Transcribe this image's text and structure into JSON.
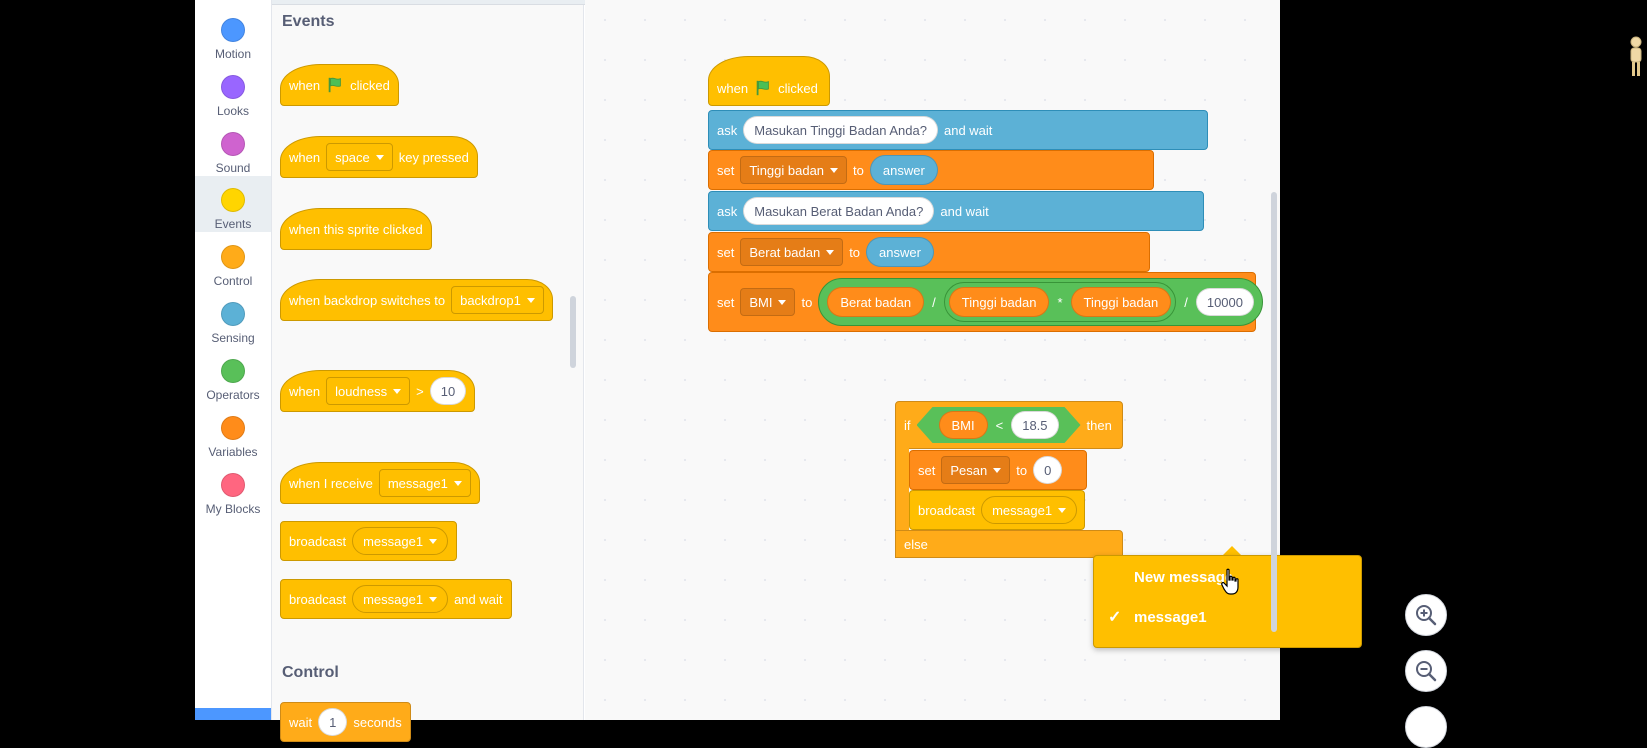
{
  "categories": [
    {
      "label": "Motion",
      "color": "#4c97ff"
    },
    {
      "label": "Looks",
      "color": "#9966ff"
    },
    {
      "label": "Sound",
      "color": "#cf63cf"
    },
    {
      "label": "Events",
      "color": "#ffd500"
    },
    {
      "label": "Control",
      "color": "#ffab19"
    },
    {
      "label": "Sensing",
      "color": "#5cb1d6"
    },
    {
      "label": "Operators",
      "color": "#59c059"
    },
    {
      "label": "Variables",
      "color": "#ff8c1a"
    },
    {
      "label": "My Blocks",
      "color": "#ff6680"
    }
  ],
  "palette": {
    "events_title": "Events",
    "control_title": "Control",
    "when": "when",
    "clicked": "clicked",
    "space": "space",
    "key_pressed": "key pressed",
    "sprite_clicked": "when this sprite clicked",
    "backdrop_switches": "when backdrop switches to",
    "backdrop1": "backdrop1",
    "loudness": "loudness",
    "gt": ">",
    "loudness_value": "10",
    "when_receive": "when I receive",
    "message1": "message1",
    "broadcast": "broadcast",
    "and_wait": "and wait",
    "wait": "wait",
    "wait_value": "1",
    "seconds": "seconds"
  },
  "script1": {
    "when": "when",
    "clicked": "clicked",
    "ask": "ask",
    "ask1": "Masukan Tinggi Badan Anda?",
    "and_wait": "and wait",
    "set": "set",
    "var_tinggi": "Tinggi badan",
    "to": "to",
    "answer": "answer",
    "ask2": "Masukan Berat Badan Anda?",
    "var_berat": "Berat badan",
    "var_bmi": "BMI",
    "rep_berat": "Berat badan",
    "div": "/",
    "rep_tinggi": "Tinggi badan",
    "mul": "*",
    "divisor": "10000"
  },
  "script2": {
    "if": "if",
    "bmi": "BMI",
    "lt": "<",
    "threshold": "18.5",
    "then": "then",
    "set": "set",
    "pesan": "Pesan",
    "to": "to",
    "pesan_value": "0",
    "broadcast": "broadcast",
    "message1": "message1",
    "else": "else"
  },
  "dropdown": {
    "new_message": "New message",
    "message1": "message1",
    "check": "✓"
  }
}
